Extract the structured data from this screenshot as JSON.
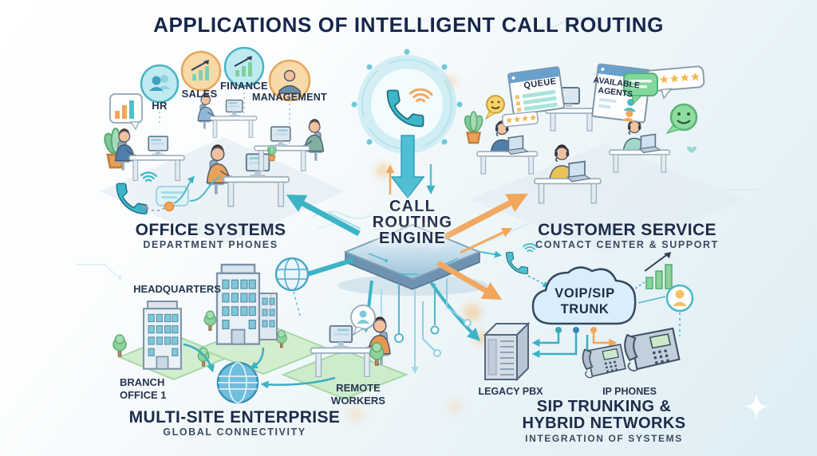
{
  "title": "APPLICATIONS OF INTELLIGENT CALL ROUTING",
  "engine": {
    "line1": "CALL",
    "line2": "ROUTING",
    "line3": "ENGINE"
  },
  "office": {
    "departments": [
      {
        "label": "HR"
      },
      {
        "label": "SALES"
      },
      {
        "label": "FINANCE"
      },
      {
        "label": "MANAGEMENT"
      }
    ],
    "heading": "OFFICE SYSTEMS",
    "subheading": "DEPARTMENT PHONES"
  },
  "customer": {
    "queue_label": "QUEUE",
    "agents_line1": "AVAILABLE",
    "agents_line2": "AGENTS",
    "heading": "CUSTOMER SERVICE",
    "subheading": "CONTACT CENTER & SUPPORT"
  },
  "multisite": {
    "hq_label": "HEADQUARTERS",
    "branch_line1": "BRANCH",
    "branch_line2": "OFFICE 1",
    "remote_line1": "REMOTE",
    "remote_line2": "WORKERS",
    "heading": "MULTI-SITE ENTERPRISE",
    "subheading": "GLOBAL CONNECTIVITY"
  },
  "sip": {
    "cloud_line1": "VOIP/SIP",
    "cloud_line2": "TRUNK",
    "pbx_label": "LEGACY PBX",
    "phones_label": "IP PHONES",
    "heading_line1": "SIP TRUNKING &",
    "heading_line2": "HYBRID NETWORKS",
    "subheading": "INTEGRATION OF SYSTEMS"
  },
  "colors": {
    "teal": "#3cb4c6",
    "orange": "#f2a65a",
    "navy": "#1d2d4a"
  }
}
